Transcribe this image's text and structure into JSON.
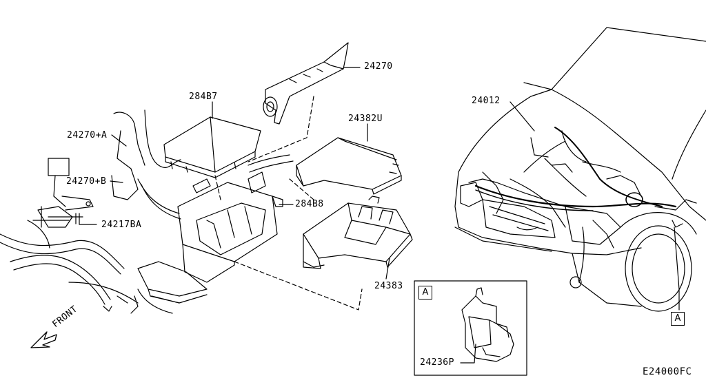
{
  "diagram": {
    "colors": {
      "line": "#000000",
      "background": "#ffffff"
    },
    "part_labels": [
      {
        "id": "p24270",
        "text": "24270"
      },
      {
        "id": "p284B7",
        "text": "284B7"
      },
      {
        "id": "p24382U",
        "text": "24382U"
      },
      {
        "id": "p24012",
        "text": "24012"
      },
      {
        "id": "p24270A",
        "text": "24270+A"
      },
      {
        "id": "p24270B",
        "text": "24270+B"
      },
      {
        "id": "p24217BA",
        "text": "24217BA"
      },
      {
        "id": "p284B8",
        "text": "284B8"
      },
      {
        "id": "p24383",
        "text": "24383"
      },
      {
        "id": "p24236P",
        "text": "24236P"
      }
    ],
    "detail_ref_inset": "A",
    "detail_ref_callout": "A",
    "front_label": "FRONT",
    "drawing_code": "E24000FC"
  }
}
